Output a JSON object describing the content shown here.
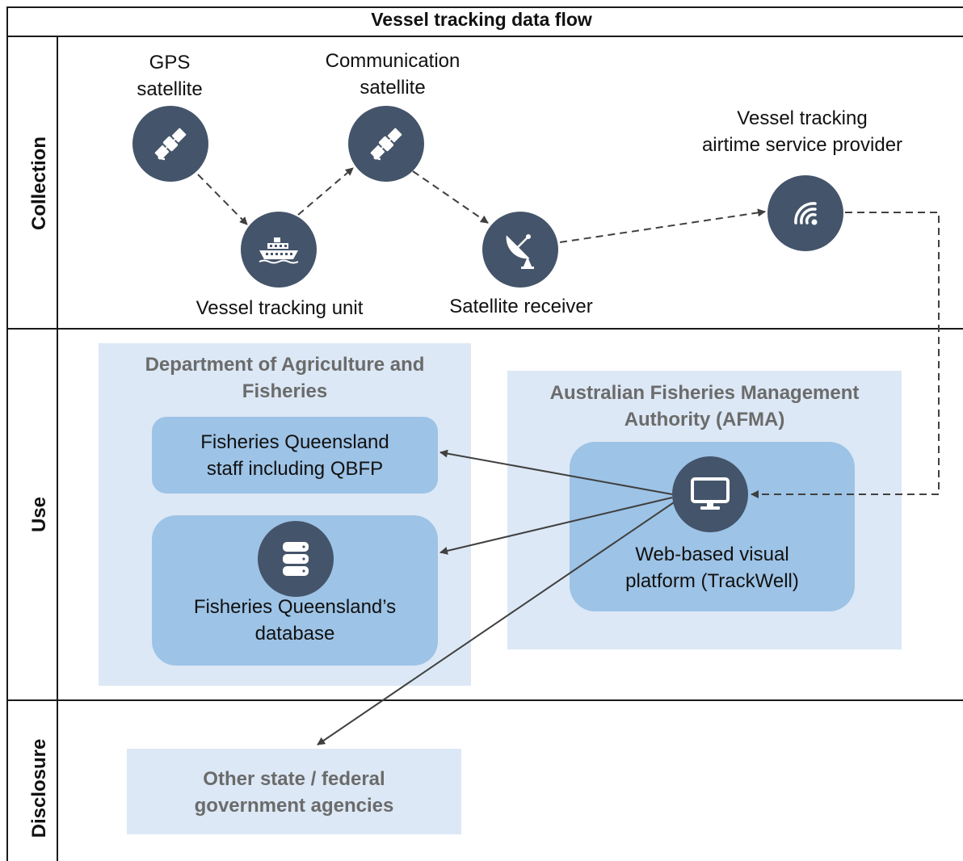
{
  "title": "Vessel tracking data flow",
  "lanes": {
    "collection": "Collection",
    "use": "Use",
    "disclosure": "Disclosure"
  },
  "nodes": {
    "gps_satellite": {
      "label_line1": "GPS",
      "label_line2": "satellite",
      "icon": "satellite-icon"
    },
    "communication_satellite": {
      "label_line1": "Communication",
      "label_line2": "satellite",
      "icon": "satellite-icon"
    },
    "vessel_tracking_unit": {
      "label": "Vessel tracking unit",
      "icon": "ship-icon"
    },
    "satellite_receiver": {
      "label": "Satellite receiver",
      "icon": "satellite-dish-icon"
    },
    "airtime_provider": {
      "label_line1": "Vessel tracking",
      "label_line2": "airtime service provider",
      "icon": "wireless-signal-icon"
    },
    "trackwell": {
      "label_line1": "Web-based visual",
      "label_line2": "platform (TrackWell)",
      "icon": "monitor-icon"
    },
    "fq_staff": {
      "label_line1": "Fisheries Queensland",
      "label_line2": "staff including QBFP"
    },
    "fq_database": {
      "label_line1": "Fisheries Queensland’s",
      "label_line2": "database",
      "icon": "database-icon"
    },
    "other_agencies": {
      "label_line1": "Other state / federal",
      "label_line2": "government agencies"
    }
  },
  "groups": {
    "daf": {
      "title_line1": "Department of Agriculture and",
      "title_line2": "Fisheries"
    },
    "afma": {
      "title_line1": "Australian Fisheries Management",
      "title_line2": "Authority (AFMA)"
    }
  },
  "colors": {
    "node_fill": "#44546a",
    "panel_light": "#dce8f5",
    "panel_mid": "#9dc3e6",
    "group_title": "#6b6b6b",
    "arrow": "#404040"
  }
}
